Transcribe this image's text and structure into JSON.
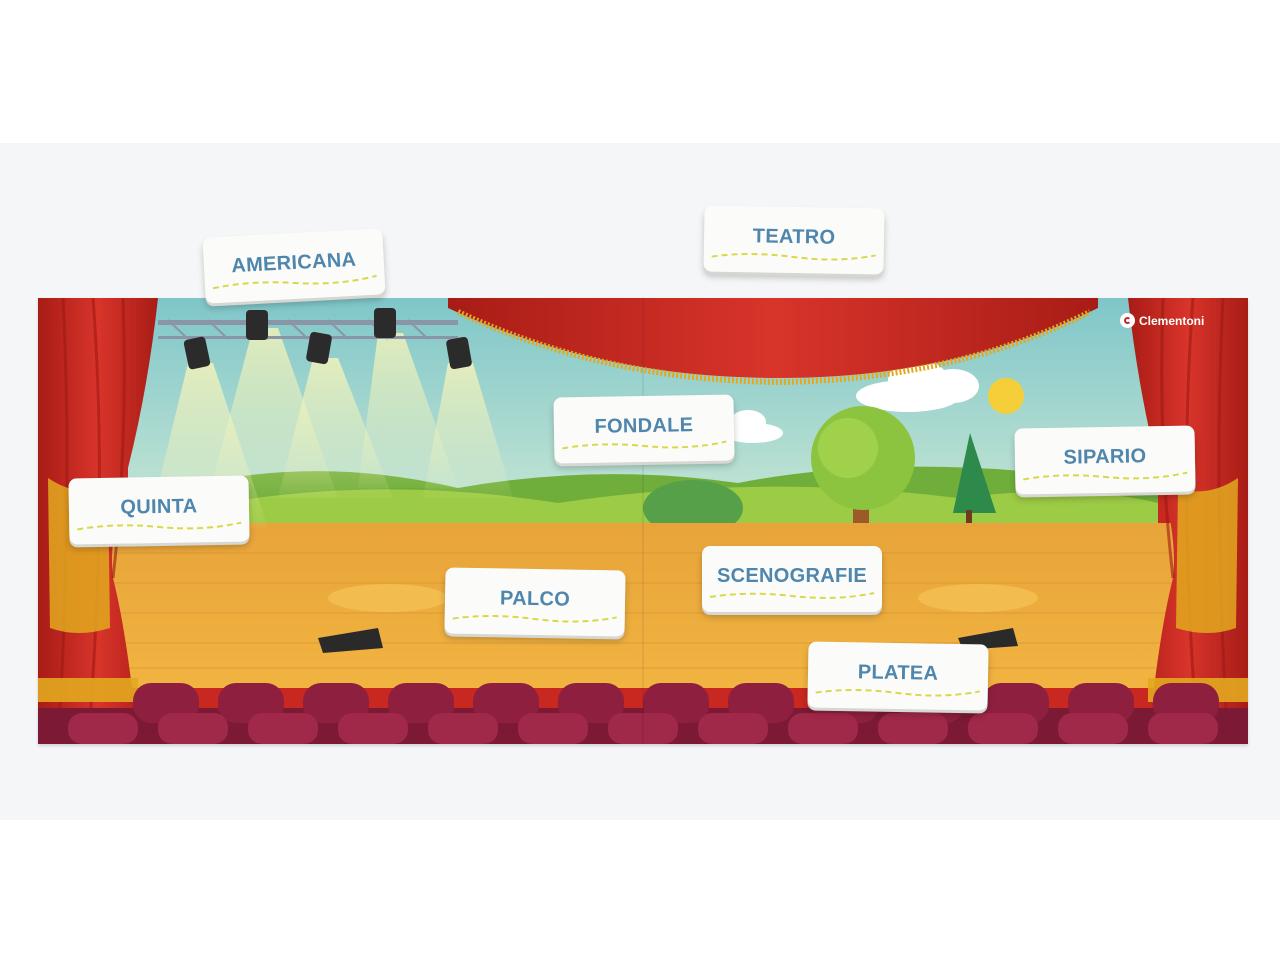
{
  "brand": {
    "name": "Clementoni",
    "color": "#c1272d"
  },
  "cards": [
    {
      "id": "americana",
      "label": "AMERICANA"
    },
    {
      "id": "teatro",
      "label": "TEATRO"
    },
    {
      "id": "fondale",
      "label": "FONDALE"
    },
    {
      "id": "sipario",
      "label": "SIPARIO"
    },
    {
      "id": "quinta",
      "label": "QUINTA"
    },
    {
      "id": "scenografie",
      "label": "SCENOGRAFIE"
    },
    {
      "id": "palco",
      "label": "PALCO"
    },
    {
      "id": "platea",
      "label": "PLATEA"
    }
  ],
  "colors": {
    "curtain": "#c8281f",
    "fringe": "#e2a91f",
    "sky": "#a9d8d2",
    "hills": "#8dbf3f",
    "stage": "#e8a43a",
    "seats": "#8e1f3f",
    "label_text": "#4e86ad",
    "dash": "#d8d94a"
  }
}
